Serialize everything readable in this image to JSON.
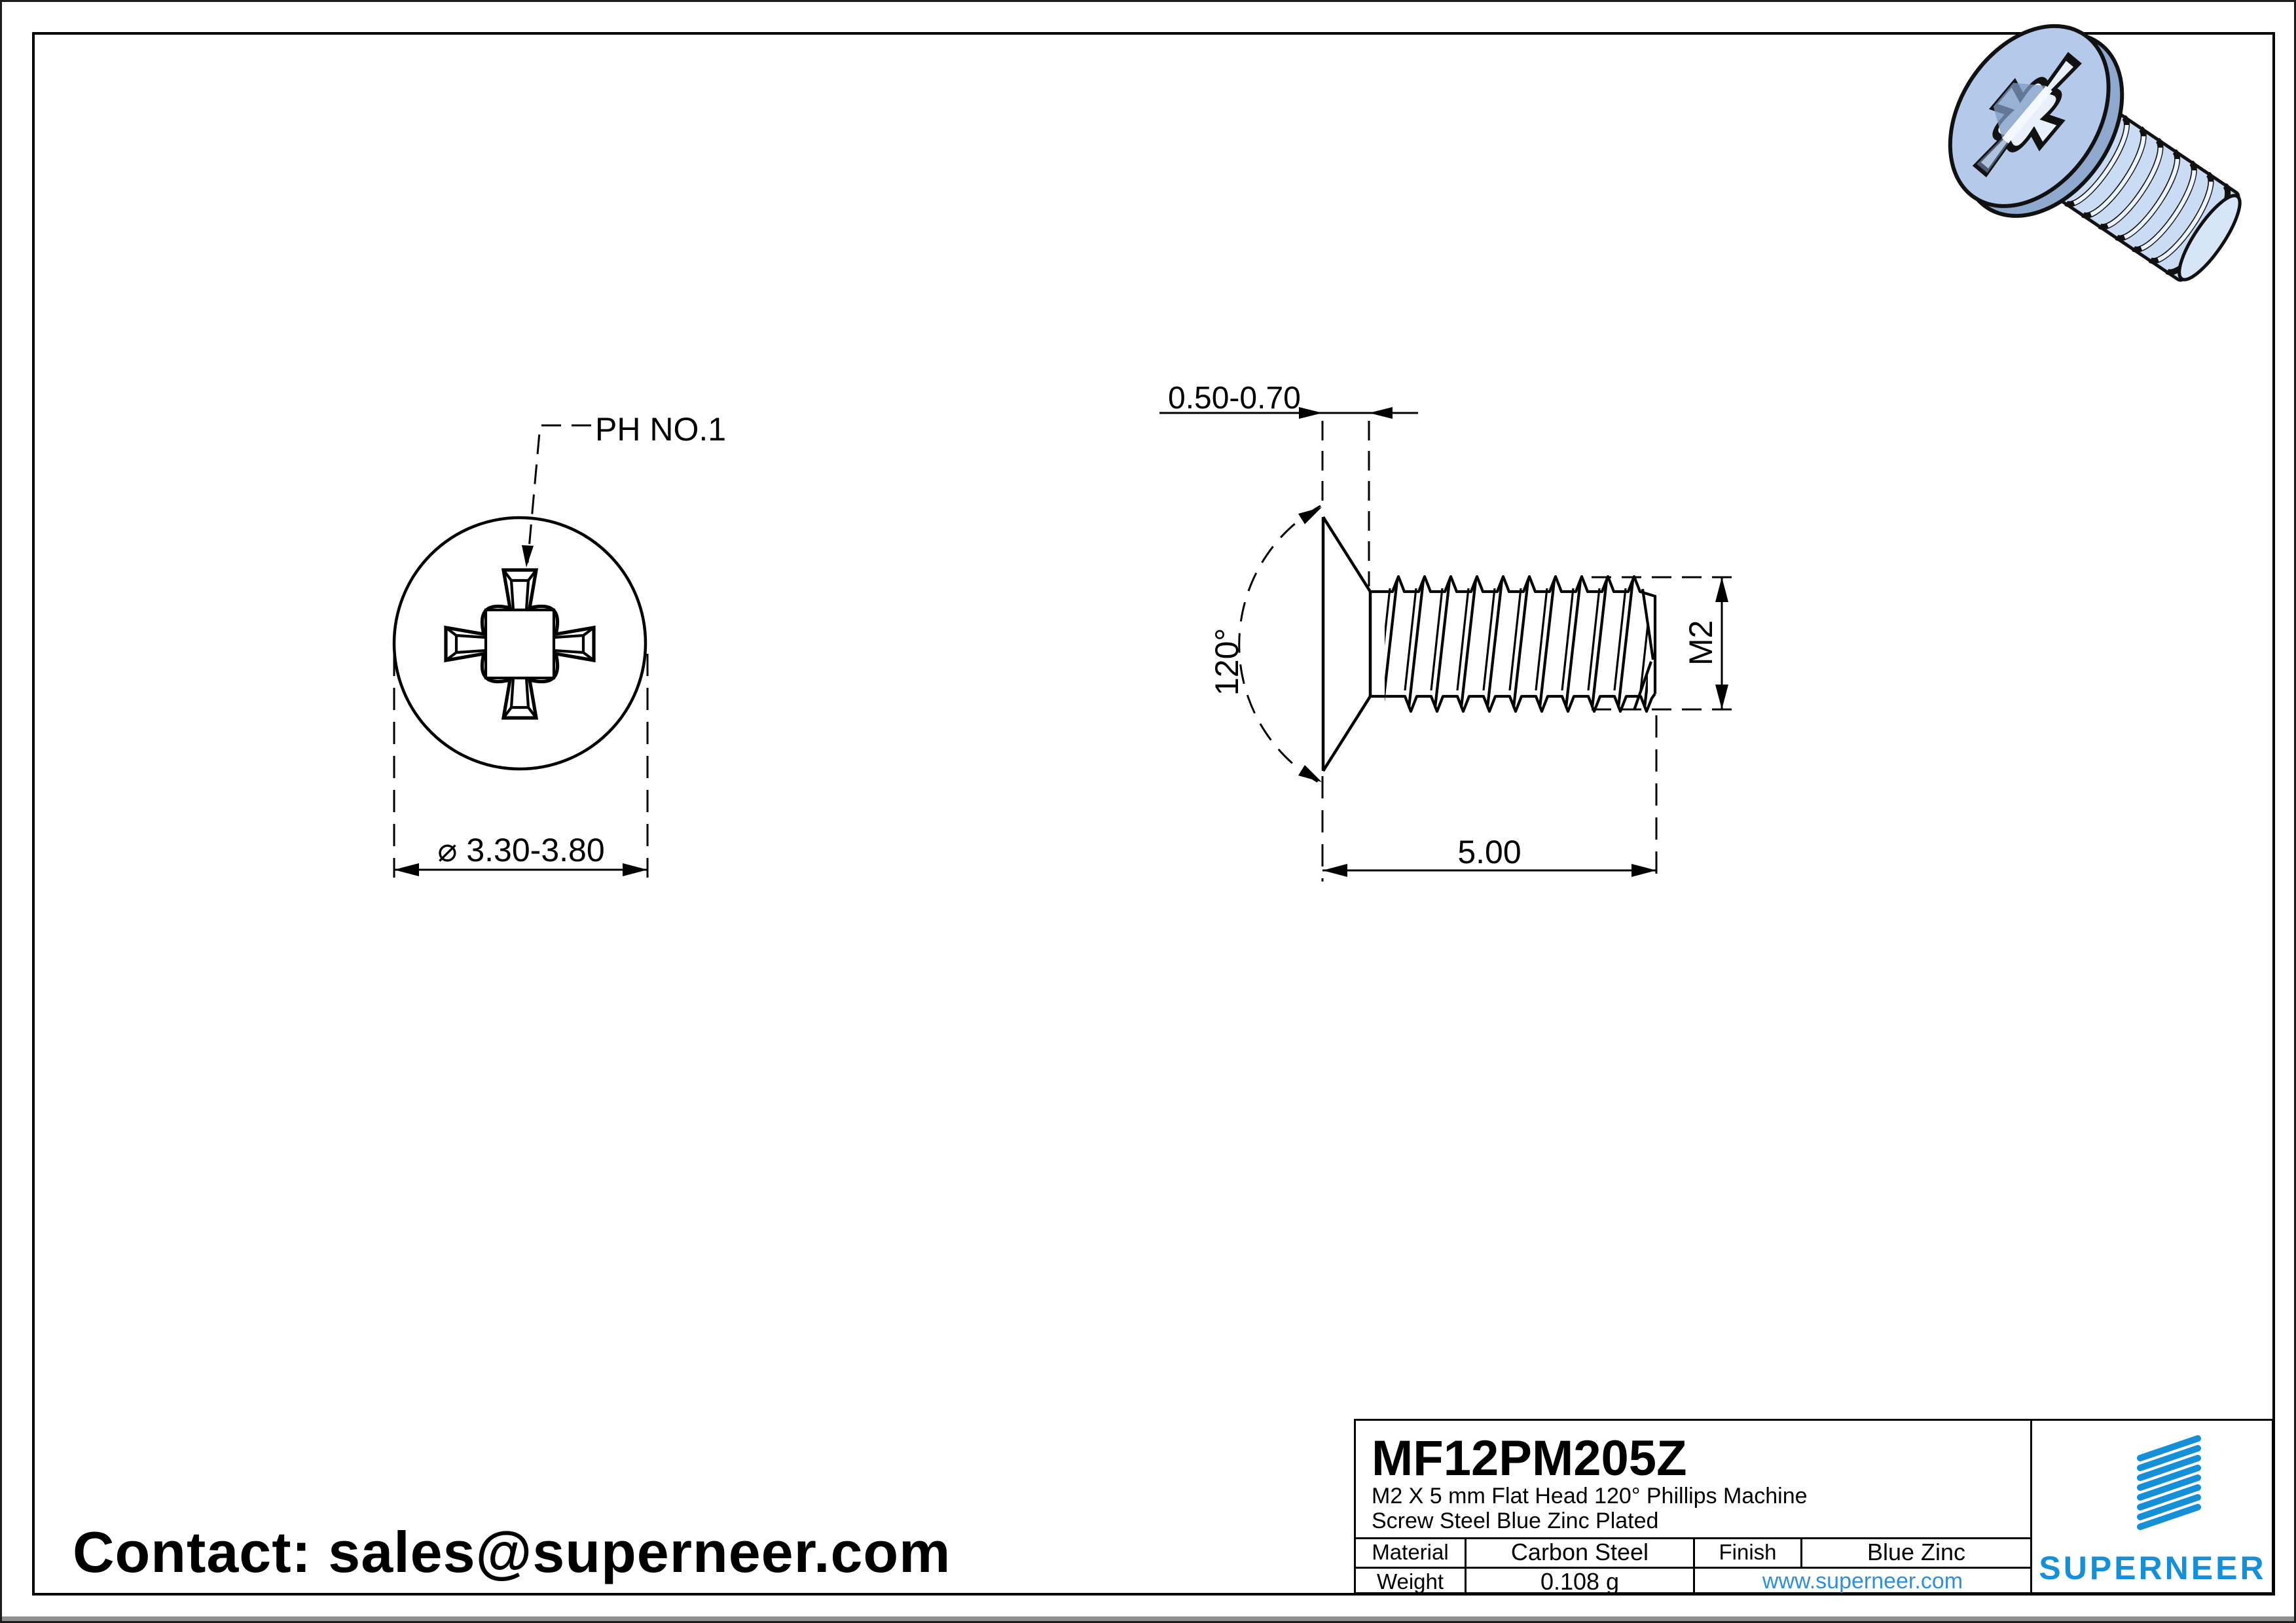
{
  "contact": {
    "text": "Contact: sales@superneer.com"
  },
  "drawing": {
    "front_view": {
      "drive_label": "PH NO.1",
      "diameter_dim": "⌀ 3.30-3.80"
    },
    "side_view": {
      "head_height_dim": "0.50-0.70",
      "head_angle_dim": "120°",
      "thread_size_dim": "M2",
      "length_dim": "5.00"
    }
  },
  "title_block": {
    "part_number": "MF12PM205Z",
    "description_line1": "M2 X 5 mm  Flat Head 120° Phillips Machine",
    "description_line2": "Screw Steel Blue Zinc Plated",
    "material_label": "Material",
    "material_value": "Carbon Steel",
    "finish_label": "Finish",
    "finish_value": "Blue Zinc",
    "weight_label": "Weight",
    "weight_value": "0.108 g",
    "website": "www.superneer.com",
    "brand_name": "SUPERNEER"
  },
  "colors": {
    "line_black": "#000000",
    "brand_blue": "#1590d8",
    "link_blue": "#2f8fdd",
    "screw_head_blue": "#b5c9ea",
    "screw_shank_blue": "#c9dcf4",
    "screw_shadow_blue": "#8fa9ce",
    "screw_highlight": "#eef5fd"
  }
}
